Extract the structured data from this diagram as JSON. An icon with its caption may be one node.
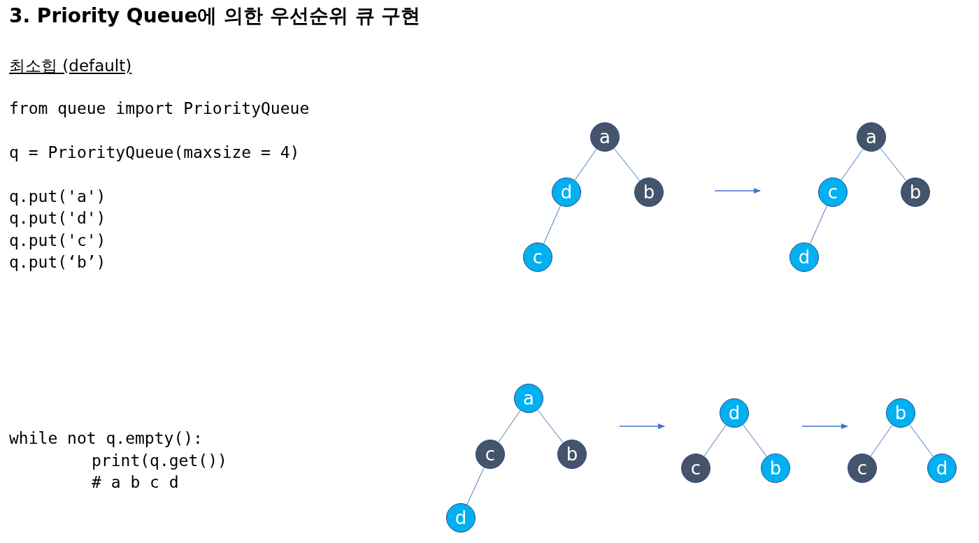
{
  "diagram": {
    "title": "3. Priority Queue에 의한 우선순위 큐 구현",
    "nodes": [
      {
        "text": [
          "a"
        ]
      },
      {
        "text": [
          "d"
        ]
      },
      {
        "text": [
          "b"
        ]
      },
      {
        "text": [
          "c"
        ]
      },
      {
        "text": [
          "a"
        ]
      },
      {
        "text": [
          "c"
        ]
      },
      {
        "text": [
          "b"
        ]
      },
      {
        "text": [
          "d"
        ]
      },
      {
        "text": [
          "a"
        ]
      },
      {
        "text": [
          "c"
        ]
      },
      {
        "text": [
          "b"
        ]
      },
      {
        "text": [
          "d"
        ]
      },
      {
        "text": [
          "d"
        ]
      },
      {
        "text": [
          "c"
        ]
      },
      {
        "text": [
          "b"
        ]
      },
      {
        "text": [
          "b"
        ]
      },
      {
        "text": [
          "c"
        ]
      },
      {
        "text": [
          "d"
        ]
      }
    ],
    "edges": [
      {
        "from": 0,
        "to": 1,
        "arrow": "none"
      },
      {
        "from": 0,
        "to": 2,
        "arrow": "none"
      },
      {
        "from": 1,
        "to": 3,
        "arrow": "none"
      },
      {
        "from": 4,
        "to": 5,
        "arrow": "none"
      },
      {
        "from": 4,
        "to": 6,
        "arrow": "none"
      },
      {
        "from": 5,
        "to": 7,
        "arrow": "none"
      },
      {
        "from": 8,
        "to": 9,
        "arrow": "none"
      },
      {
        "from": 8,
        "to": 10,
        "arrow": "none"
      },
      {
        "from": 9,
        "to": 11,
        "arrow": "none"
      },
      {
        "from": 12,
        "to": 13,
        "arrow": "none"
      },
      {
        "from": 12,
        "to": 14,
        "arrow": "none"
      },
      {
        "from": 15,
        "to": 16,
        "arrow": "none"
      },
      {
        "from": 15,
        "to": 17,
        "arrow": "none"
      }
    ],
    "labels": [
      "최소힙 (default)",
      "from queue import PriorityQueue",
      "q = PriorityQueue(maxsize = 4)",
      "q.put('a')",
      "q.put('d')",
      "q.put('c')",
      "q.put(‘b’)",
      "while not q.empty():",
      "print(q.get())",
      "# a b c d"
    ]
  }
}
